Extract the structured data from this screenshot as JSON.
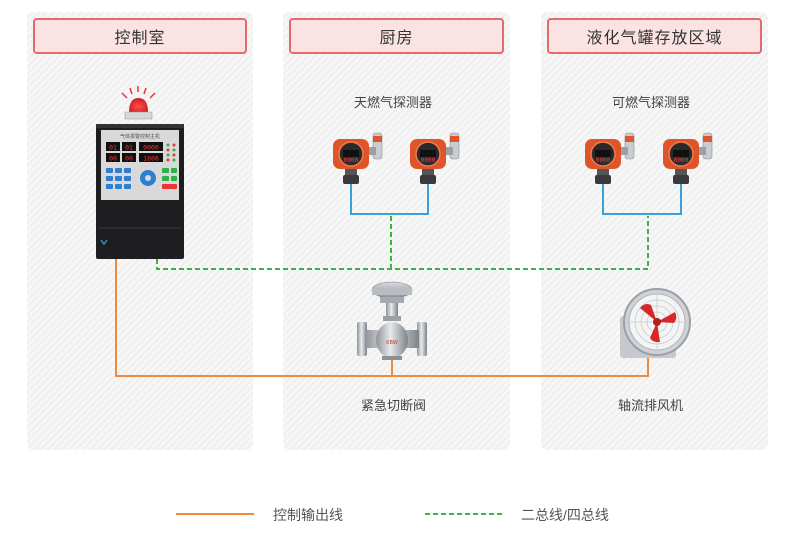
{
  "zones": [
    {
      "title": "控制室"
    },
    {
      "title": "厨房"
    },
    {
      "title": "液化气罐存放区域"
    }
  ],
  "labels": {
    "kitchen_detectors": "天燃气探测器",
    "lpg_detectors": "可燃气探测器",
    "valve": "紧急切断阀",
    "fan": "轴流排风机"
  },
  "controller": {
    "panel_title": "气体报警控制主机",
    "display_values": [
      "01",
      "01",
      "0000",
      "00",
      "00",
      "1606"
    ]
  },
  "detector_display": "0000",
  "valve_mark": "KBW",
  "legend": {
    "control_line": "控制输出线",
    "bus_line": "二总线/四总线"
  },
  "colors": {
    "control_line": "#f08a3c",
    "bus_line": "#3db53d",
    "detector_wire": "#3aa0d8",
    "zone_border": "#e56b6b",
    "zone_fill": "#fbe3e3",
    "detector_body": "#e0542a"
  }
}
